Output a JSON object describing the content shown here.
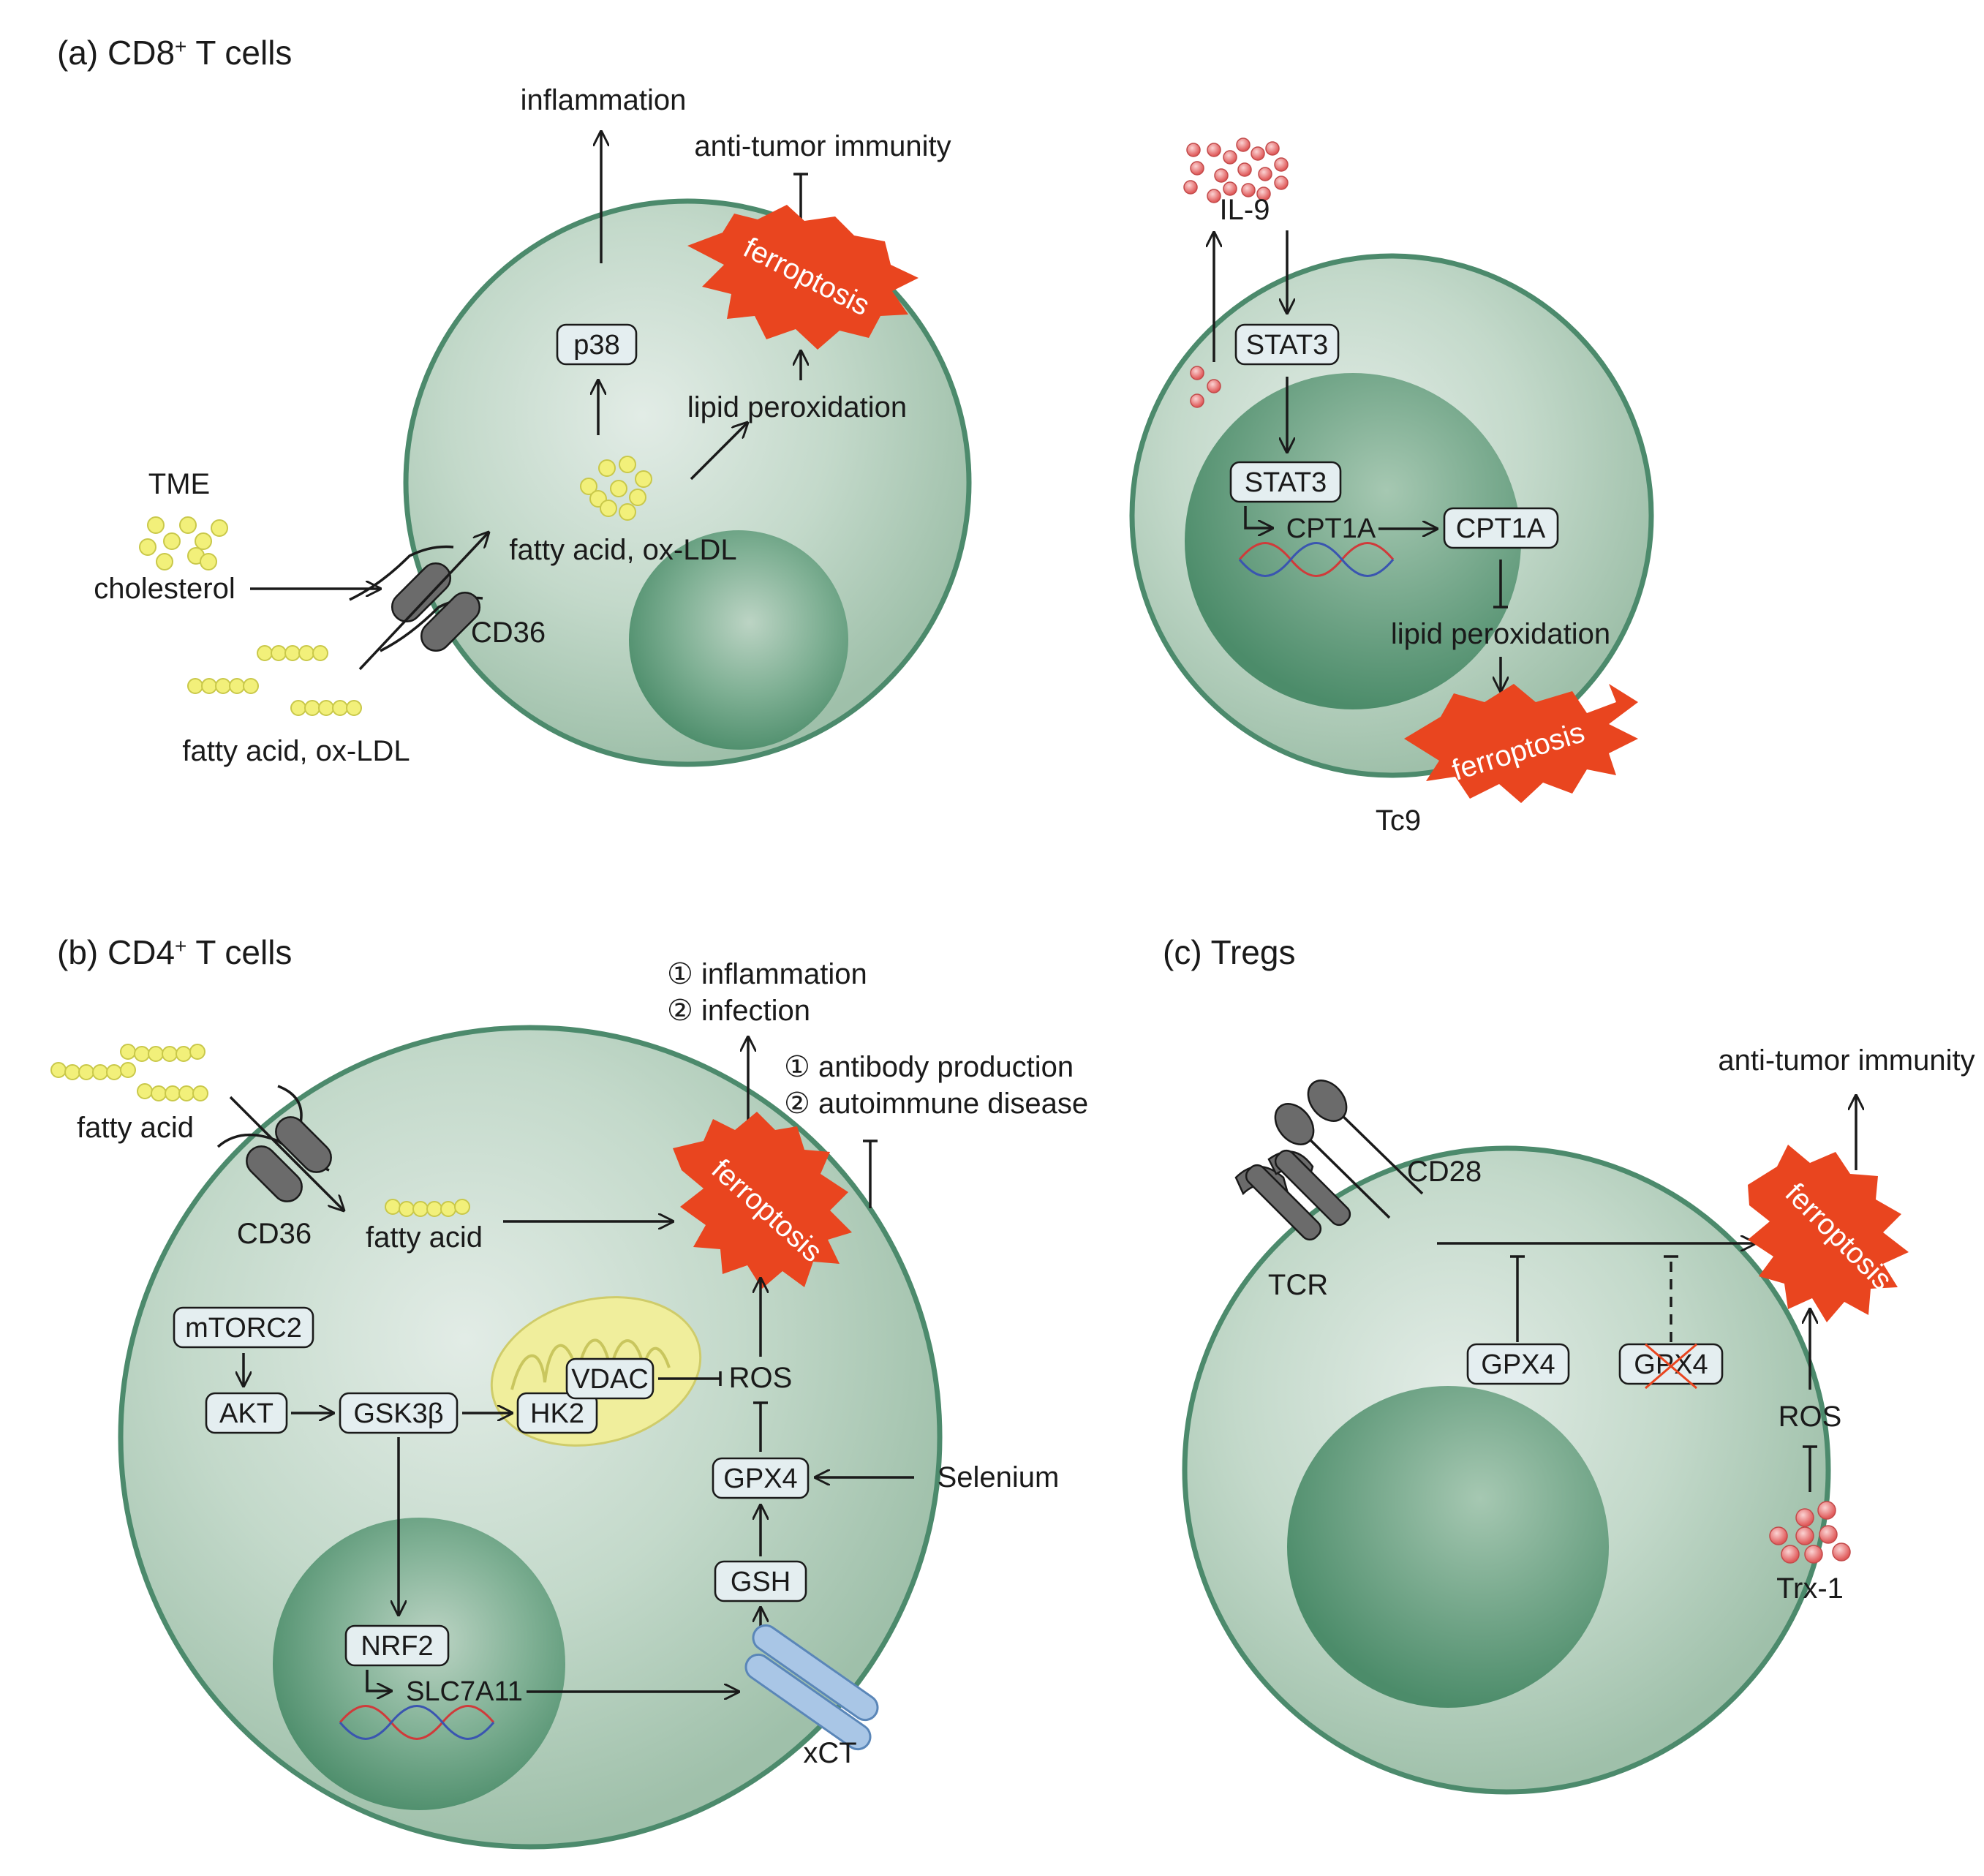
{
  "panels": {
    "a": {
      "title": "(a) CD8",
      "title_sup": "+",
      "title_tail": " T cells",
      "left": {
        "inflammation": "inflammation",
        "anti_tumor": "anti-tumor immunity",
        "ferroptosis": "ferroptosis",
        "p38": "p38",
        "lipid_perox": "lipid peroxidation",
        "tme": "TME",
        "cholesterol": "cholesterol",
        "fa_inside": "fatty acid, ox-LDL",
        "cd36": "CD36",
        "fa_outside": "fatty acid, ox-LDL"
      },
      "right": {
        "il9": "IL-9",
        "stat3_cyto": "STAT3",
        "stat3_nuc": "STAT3",
        "cpt1a_gene": "CPT1A",
        "cpt1a_protein": "CPT1A",
        "lipid_perox": "lipid peroxidation",
        "ferroptosis": "ferroptosis",
        "tc9": "Tc9"
      }
    },
    "b": {
      "title": "(b) CD4",
      "title_sup": "+",
      "title_tail": " T cells",
      "out1": "① inflammation",
      "out2": "② infection",
      "out3": "① antibody production",
      "out4": "② autoimmune disease",
      "fa_out": "fatty acid",
      "cd36": "CD36",
      "fa_in": "fatty acid",
      "ferroptosis": "ferroptosis",
      "mtorc2": "mTORC2",
      "akt": "AKT",
      "gsk3b": "GSK3β",
      "hk2": "HK2",
      "vdac": "VDAC",
      "ros": "ROS",
      "gpx4": "GPX4",
      "selenium": "Selenium",
      "gsh": "GSH",
      "nrf2": "NRF2",
      "slc7a11": "SLC7A11",
      "xct": "xCT"
    },
    "c": {
      "title": "(c) Tregs",
      "anti_tumor": "anti-tumor immunity",
      "cd28": "CD28",
      "tcr": "TCR",
      "ferroptosis": "ferroptosis",
      "gpx4": "GPX4",
      "gpx4_knock": "GPX4",
      "ros": "ROS",
      "trx1": "Trx-1"
    }
  },
  "colors": {
    "cell_fill": "#b8d2c1",
    "cell_border": "#4c8a6c",
    "nucleus": "#5e9e7e",
    "ferroptosis_star": "#e9451f",
    "box_fill": "#e4eef0",
    "lipid_dot": "#f2f07a",
    "il9_dot": "#e86a6a",
    "mitochondria": "#f0ee9c",
    "xct": "#a9c6e6",
    "receptor": "#6b6b6b"
  }
}
